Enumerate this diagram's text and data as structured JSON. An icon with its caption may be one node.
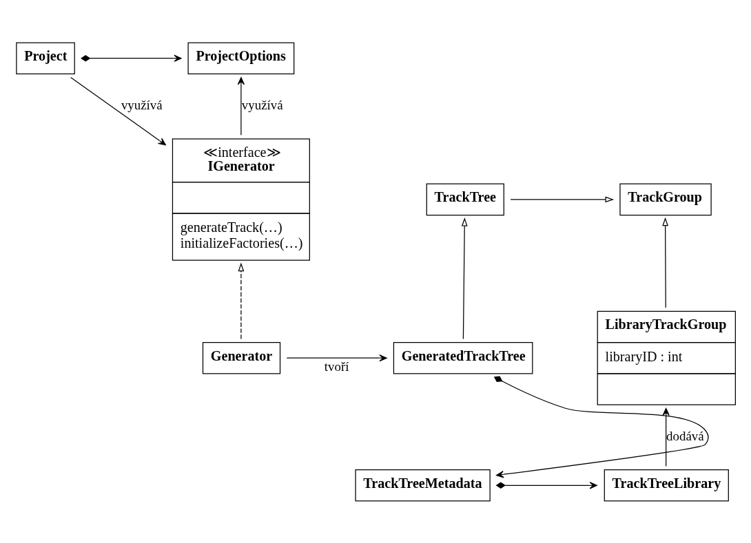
{
  "diagram": {
    "nodes": [
      {
        "text": [
          "ProjectOptions"
        ]
      },
      {
        "text": [
          "Project"
        ]
      },
      {
        "text": [
          "≪interface≫",
          "IGenerator",
          "generateTrack(…)",
          "initializeFactories(…)"
        ]
      },
      {
        "text": [
          "TrackTree"
        ]
      },
      {
        "text": [
          "TrackGroup"
        ]
      },
      {
        "text": [
          "Generator"
        ]
      },
      {
        "text": [
          "GeneratedTrackTree"
        ]
      },
      {
        "text": [
          "LibraryTrackGroup",
          "libraryID : int"
        ]
      },
      {
        "text": [
          "TrackTreeMetadata"
        ]
      },
      {
        "text": [
          "TrackTreeLibrary"
        ]
      }
    ],
    "edges": [
      {
        "from": 1,
        "to": 0,
        "arrow": "to"
      },
      {
        "from": 2,
        "to": 0,
        "arrow": "to",
        "label": "využívá"
      },
      {
        "from": 1,
        "to": 2,
        "arrow": "to",
        "label": "využívá"
      },
      {
        "from": 3,
        "to": 4,
        "arrow": "to"
      },
      {
        "from": 5,
        "to": 2,
        "arrow": "to",
        "style": "dashed"
      },
      {
        "from": 5,
        "to": 6,
        "arrow": "to",
        "label": "tvoří"
      },
      {
        "from": 6,
        "to": 3,
        "arrow": "to"
      },
      {
        "from": 7,
        "to": 4,
        "arrow": "to"
      },
      {
        "from": 6,
        "to": 8,
        "arrow": "to"
      },
      {
        "from": 8,
        "to": 9,
        "arrow": "to"
      },
      {
        "from": 9,
        "to": 7,
        "arrow": "to",
        "label": "dodává"
      }
    ]
  }
}
